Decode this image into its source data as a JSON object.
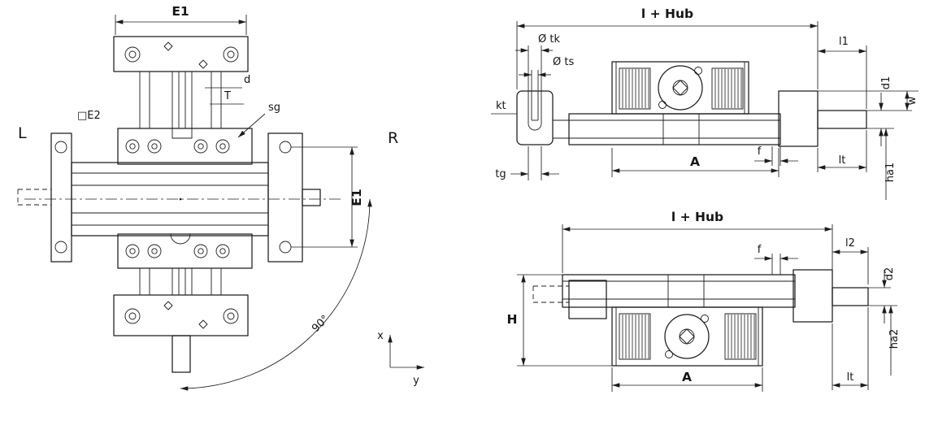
{
  "colors": {
    "ink": "#1c1c1c",
    "background": "#ffffff"
  },
  "views": {
    "plan": {
      "labels": {
        "e1_top": "E1",
        "d": "d",
        "t": "T",
        "sg": "sg",
        "e2": "□E2",
        "left": "L",
        "right": "R",
        "e1_side": "E1",
        "angle": "90°",
        "axis_x": "x",
        "axis_y": "y"
      }
    },
    "front": {
      "labels": {
        "stroke": "l + Hub",
        "dia_tk": "Ø tk",
        "dia_ts": "Ø ts",
        "kt": "kt",
        "tg": "tg",
        "a": "A",
        "f": "f",
        "lt": "lt",
        "ha1": "ha1",
        "l1": "l1",
        "d1": "d1",
        "w": "w"
      }
    },
    "back": {
      "labels": {
        "stroke": "l + Hub",
        "f": "f",
        "l2": "l2",
        "d2": "d2",
        "h": "H",
        "ha2": "ha2",
        "a": "A",
        "lt": "lt"
      }
    }
  }
}
